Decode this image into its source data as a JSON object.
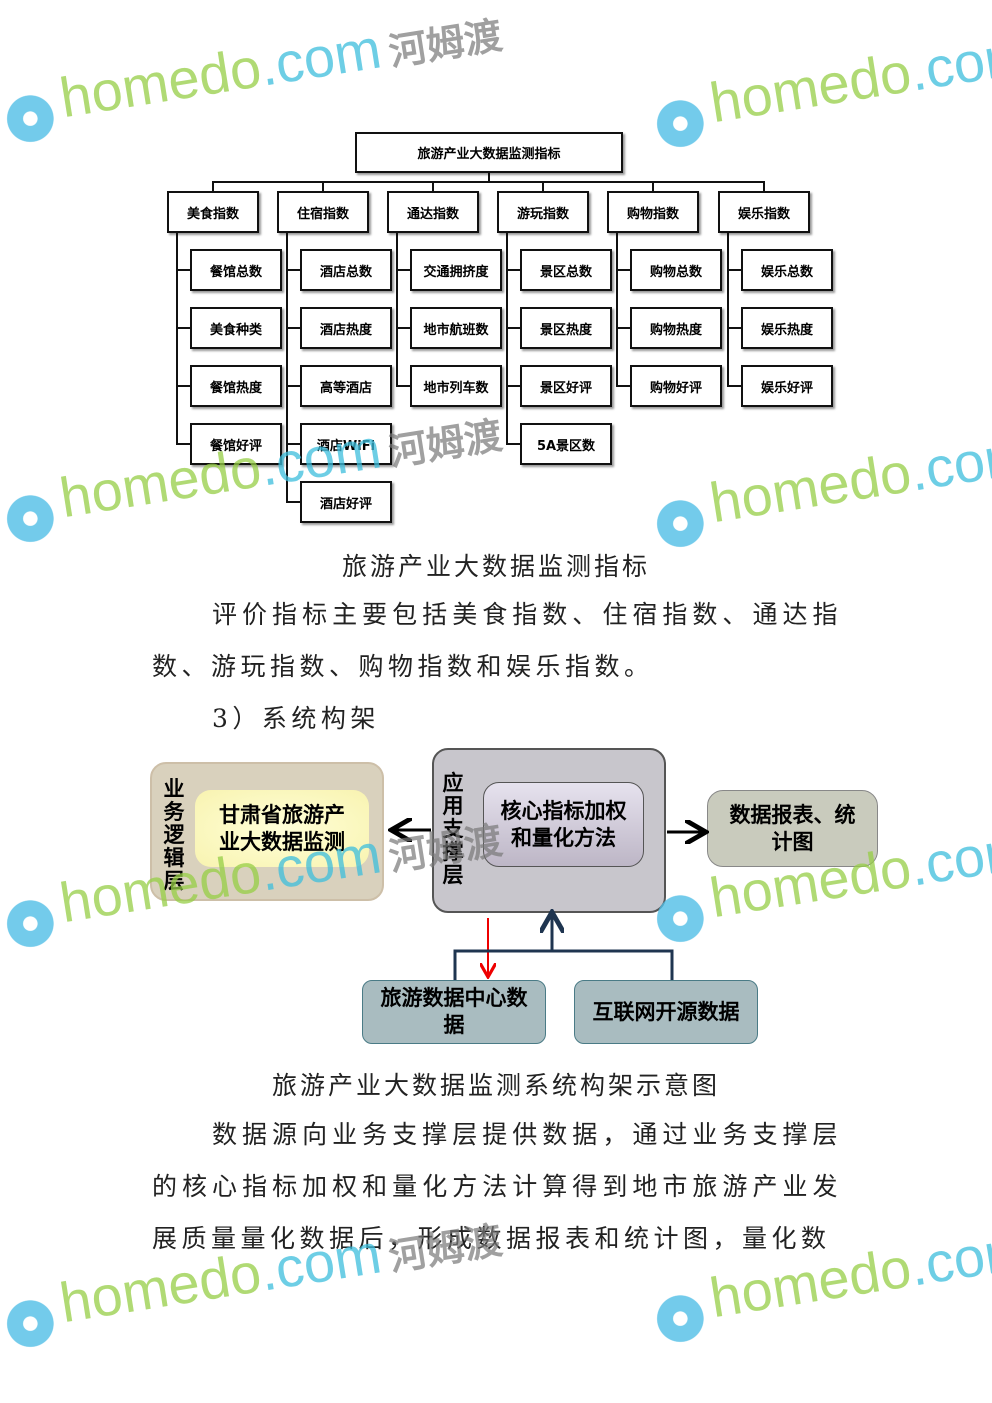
{
  "tree": {
    "root": "旅游产业大数据监测指标",
    "branches": [
      {
        "label": "美食指数",
        "children": [
          "餐馆总数",
          "美食种类",
          "餐馆热度",
          "餐馆好评"
        ]
      },
      {
        "label": "住宿指数",
        "children": [
          "酒店总数",
          "酒店热度",
          "高等酒店",
          "酒店WiFi",
          "酒店好评"
        ]
      },
      {
        "label": "通达指数",
        "children": [
          "交通拥挤度",
          "地市航班数",
          "地市列车数"
        ]
      },
      {
        "label": "游玩指数",
        "children": [
          "景区总数",
          "景区热度",
          "景区好评",
          "5A景区数"
        ]
      },
      {
        "label": "购物指数",
        "children": [
          "购物总数",
          "购物热度",
          "购物好评"
        ]
      },
      {
        "label": "娱乐指数",
        "children": [
          "娱乐总数",
          "娱乐热度",
          "娱乐好评"
        ]
      }
    ]
  },
  "caption1": "旅游产业大数据监测指标",
  "para1": "评价指标主要包括美食指数、住宿指数、通达指数、游玩指数、购物指数和娱乐指数。",
  "heading": "3）系统构架",
  "arch": {
    "business_layer": "业务逻辑层",
    "business_box": "甘肃省旅游产业大数据监测",
    "app_layer": "应用支撑层",
    "core_box": "核心指标加权和量化方法",
    "report_box": "数据报表、统计图",
    "source1": "旅游数据中心数据",
    "source2": "互联网开源数据"
  },
  "caption2": "旅游产业大数据监测系统构架示意图",
  "para2": "数据源向业务支撑层提供数据，通过业务支撑层的核心指标加权和量化方法计算得到地市旅游产业发展质量量化数据后，形成数据报表和统计图，量化数",
  "watermark": {
    "brand": "homedo",
    "domain": ".com",
    "cn": "河姆渡"
  }
}
